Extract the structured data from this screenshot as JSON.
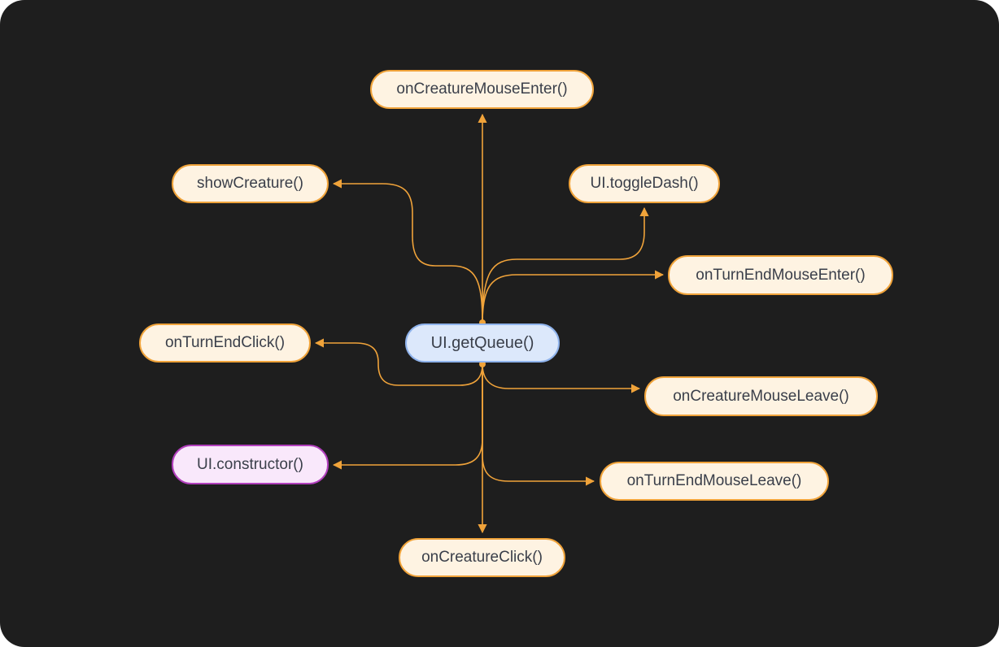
{
  "colors": {
    "background": "#1e1e1e",
    "edge": "#f0a33a",
    "node_fill": "#fef3e2",
    "node_border": "#f0a33a",
    "center_fill": "#dce8fb",
    "center_border": "#8fb3ec",
    "constructor_fill": "#f9e8fb",
    "constructor_border": "#b23fbd",
    "text": "#3a3f4a"
  },
  "nodes": {
    "center": "UI.getQueue()",
    "mouse_enter": "onCreatureMouseEnter()",
    "show_creature": "showCreature()",
    "toggle_dash": "UI.toggleDash()",
    "turnend_mouse_enter": "onTurnEndMouseEnter()",
    "turnend_click": "onTurnEndClick()",
    "mouse_leave": "onCreatureMouseLeave()",
    "constructor": "UI.constructor()",
    "turnend_mouse_leave": "onTurnEndMouseLeave()",
    "creature_click": "onCreatureClick()"
  },
  "edges": [
    {
      "from": "center",
      "to": "mouse_enter"
    },
    {
      "from": "center",
      "to": "show_creature"
    },
    {
      "from": "center",
      "to": "toggle_dash"
    },
    {
      "from": "center",
      "to": "turnend_mouse_enter"
    },
    {
      "from": "center",
      "to": "turnend_click"
    },
    {
      "from": "center",
      "to": "mouse_leave"
    },
    {
      "from": "center",
      "to": "constructor"
    },
    {
      "from": "center",
      "to": "turnend_mouse_leave"
    },
    {
      "from": "center",
      "to": "creature_click"
    }
  ]
}
